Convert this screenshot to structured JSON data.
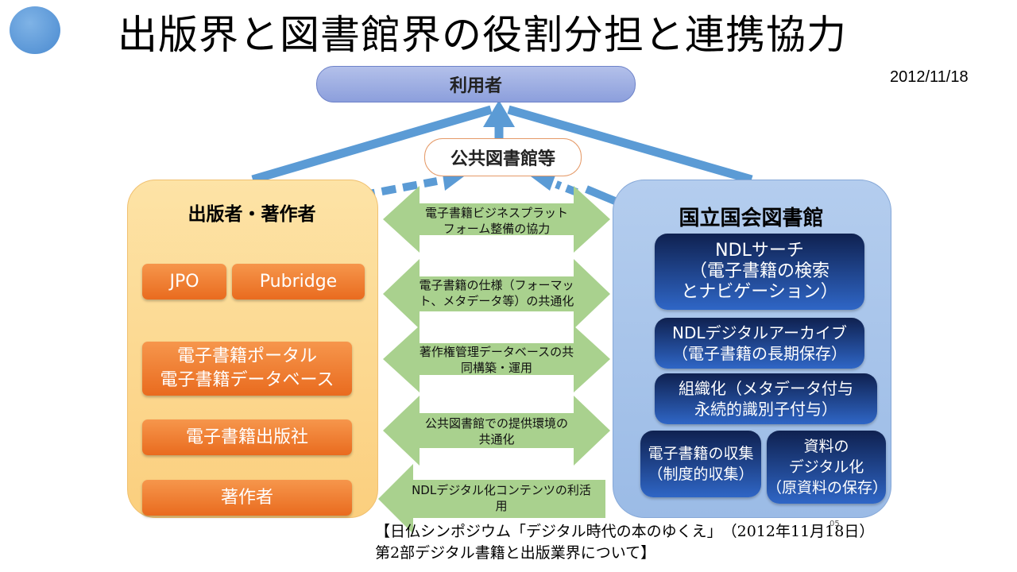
{
  "title": "出版界と図書館界の役割分担と連携協力",
  "date": "2012/11/18",
  "users_label": "利用者",
  "library_label": "公共図書館等",
  "publishers": {
    "heading": "出版者・著作者",
    "items": [
      "JPO",
      "Pubridge",
      "電子書籍ポータル\n電子書籍データベース",
      "電子書籍出版社",
      "著作者"
    ]
  },
  "ndl": {
    "heading": "国立国会図書館",
    "items": [
      "NDLサーチ\n（電子書籍の検索\nとナビゲーション）",
      "NDLデジタルアーカイブ\n（電子書籍の長期保存）",
      "組織化（メタデータ付与\n永続的識別子付与）",
      "電子書籍の収集\n（制度的収集）",
      "資料の\nデジタル化\n（原資料の保存）"
    ]
  },
  "cooperation": [
    "電子書籍ビジネスプラット\nフォーム整備の協力",
    "電子書籍の仕様（フォーマッ\nト、メタデータ等）の共通化",
    "著作権管理データベースの共\n同構築・運用",
    "公共図書館での提供環境の\n共通化",
    "NDLデジタル化コンテンツの利活\n用"
  ],
  "source": {
    "line1": "【日仏シンポジウム「デジタル時代の本のゆくえ」　（2012年11月18日）",
    "line2": "第2部デジタル書籍と出版業界について】"
  },
  "page_number": "05",
  "colors": {
    "arrow_blue": "#5b9bd5",
    "arrow_green": "#a9d18e",
    "orange": "#ed7d31",
    "navy": "#1f3f8a"
  }
}
